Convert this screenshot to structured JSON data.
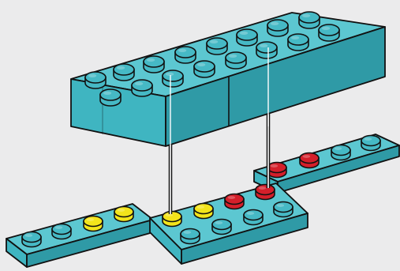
{
  "title": "",
  "colors": {
    "background": "#ebebec",
    "brick_top": "#5cc7d1",
    "brick_left_face": "#3fb5c1",
    "brick_right_face": "#2f9aa6",
    "stud_teal": "#46b9c5",
    "stud_yellow": "#f3e41b",
    "stud_red": "#d41f2a",
    "outline": "#111111",
    "guide_line": "#ffffff"
  },
  "icons": {
    "brick": "brick-2x8-icon",
    "plate": "plate-icon",
    "stud": "stud-icon"
  },
  "studs": {
    "upper_brick_count": 16,
    "plate_left_count": 4,
    "plate_center_count": 8,
    "plate_right_count": 4,
    "plate_left_colors": [
      "teal",
      "teal",
      "yellow",
      "yellow"
    ],
    "plate_center_front_row_colors": [
      "teal",
      "teal",
      "teal",
      "teal"
    ],
    "plate_center_back_row_colors": [
      "yellow",
      "yellow",
      "red",
      "red"
    ],
    "plate_right_colors": [
      "red",
      "red",
      "teal",
      "teal"
    ]
  },
  "connectors": 2
}
